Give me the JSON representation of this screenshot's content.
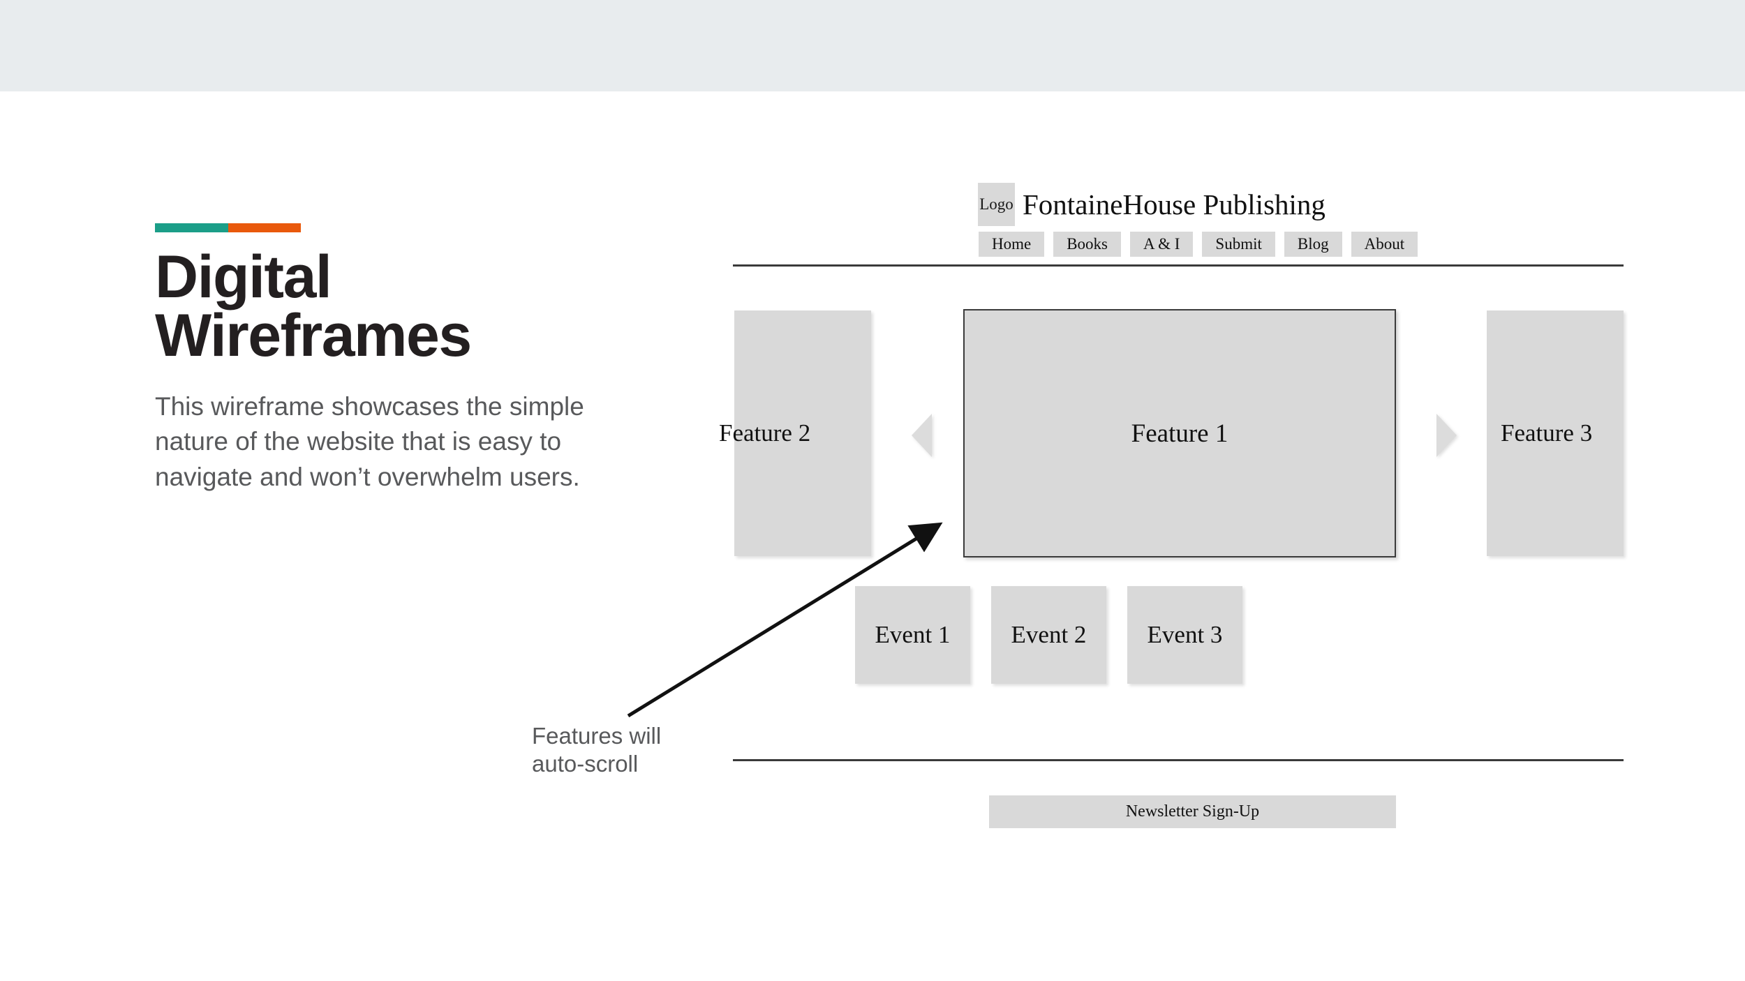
{
  "slide": {
    "accent": {
      "color_left": "#1b9e88",
      "color_right": "#e9590c"
    },
    "title": "Digital Wireframes",
    "subtitle": "This wireframe showcases the simple nature of the website that is easy to navigate and won’t overwhelm users.",
    "band_color": "#e8ecee"
  },
  "annotation": {
    "text": "Features will\nauto-scroll",
    "color": "#58595b"
  },
  "wireframe": {
    "logo_label": "Logo",
    "site_title": "FontaineHouse Publishing",
    "nav": [
      {
        "label": "Home"
      },
      {
        "label": "Books"
      },
      {
        "label": "A & I"
      },
      {
        "label": "Submit"
      },
      {
        "label": "Blog"
      },
      {
        "label": "About"
      }
    ],
    "carousel": {
      "prev_label": "Feature 2",
      "current_label": "Feature 1",
      "next_label": "Feature 3",
      "prev_arrow": "◀",
      "next_arrow": "▶"
    },
    "events": [
      {
        "label": "Event 1"
      },
      {
        "label": "Event 2"
      },
      {
        "label": "Event 3"
      }
    ],
    "newsletter_label": "Newsletter Sign-Up",
    "card_color": "#d9d9d9"
  }
}
